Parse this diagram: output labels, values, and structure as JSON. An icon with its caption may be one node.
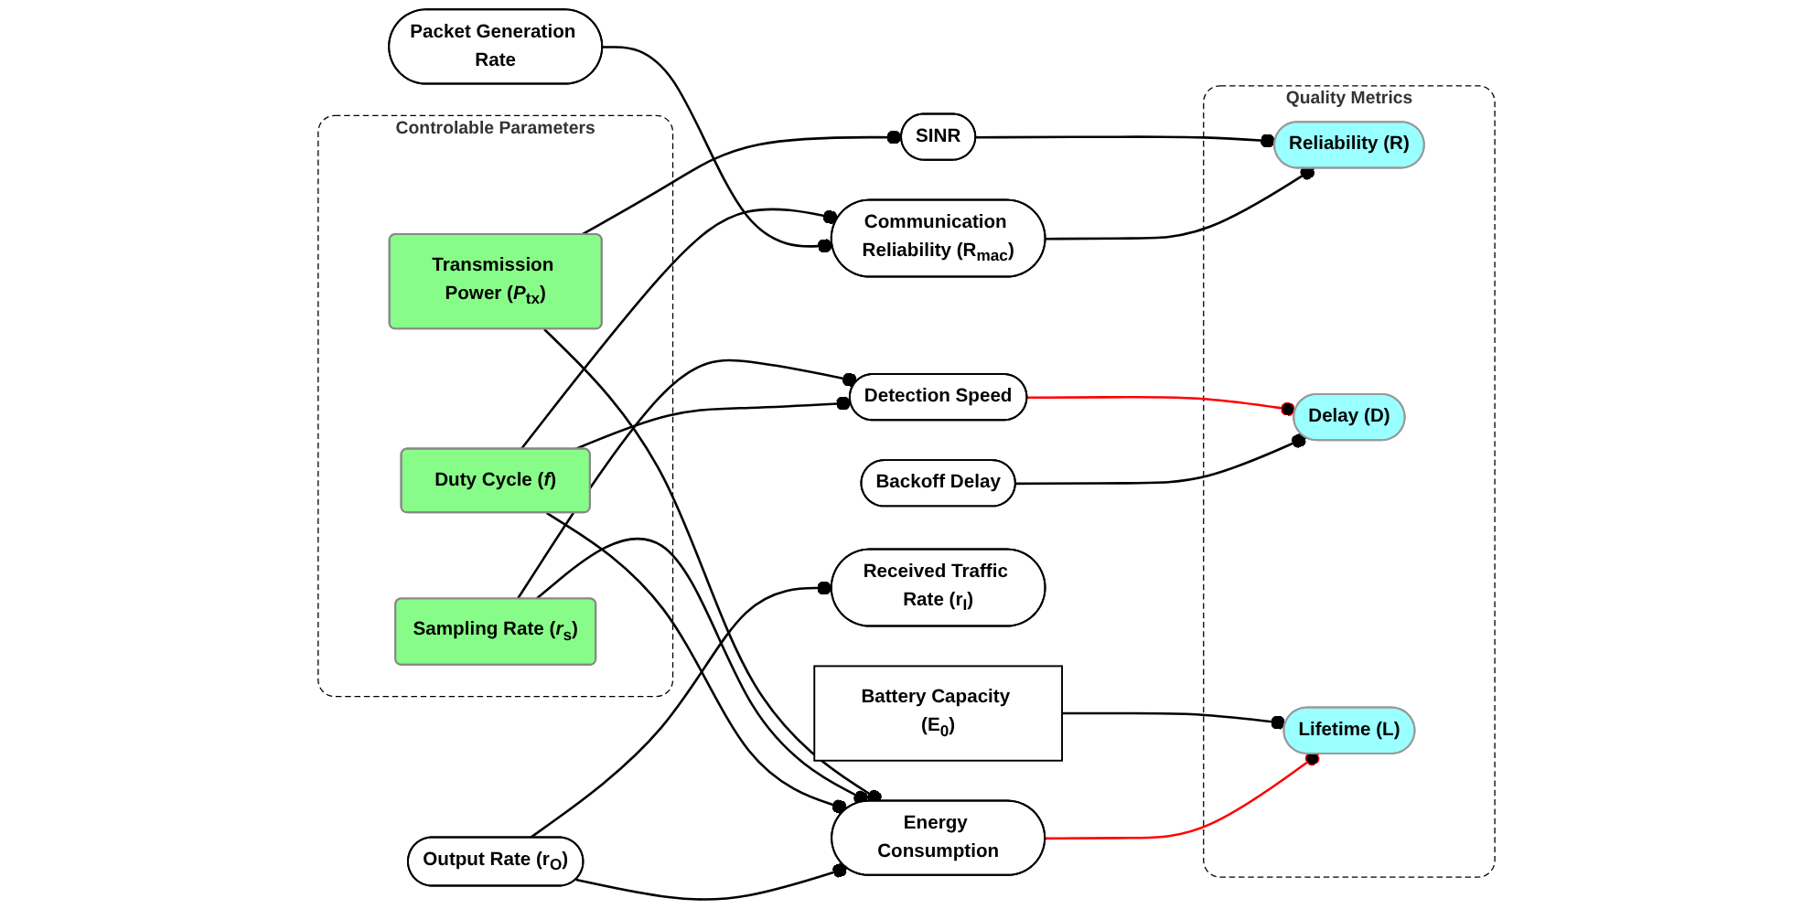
{
  "diagram": {
    "nodes": [
      {
        "text": [
          "Controlable Parameters"
        ]
      },
      {
        "text": [
          "Transmission Power (*P*$_{tx}$)"
        ],
        "in": 0
      },
      {
        "text": [
          "Sampling Rate (*r*$_{s}$)"
        ],
        "in": 0
      },
      {
        "text": [
          "Duty Cycle (*f*)"
        ],
        "in": 0
      },
      {
        "text": [
          "SINR"
        ]
      },
      {
        "text": [
          "Communication Reliability (R$_{mac}$)"
        ]
      },
      {
        "text": [
          "Packet Generation Rate"
        ]
      },
      {
        "text": [
          "Detection Speed"
        ]
      },
      {
        "text": [
          "Backoff Delay"
        ]
      },
      {
        "text": [
          "Received Traffic Rate (r$_{I}$)"
        ]
      },
      {
        "text": [
          "Battery Capacity (E$_{0}$)"
        ]
      },
      {
        "text": [
          "Output Rate (r$_{O}$)"
        ]
      },
      {
        "text": [
          "Energy Consumption"
        ]
      },
      {
        "text": [
          "Quality Metrics"
        ]
      },
      {
        "text": [
          "Reliability (R)"
        ],
        "in": 13
      },
      {
        "text": [
          "Delay (D)"
        ],
        "in": 13
      },
      {
        "text": [
          "Lifetime (L)"
        ],
        "in": 13
      }
    ],
    "edges": [
      {
        "from": 1,
        "to": 4,
        "arrow": "other"
      },
      {
        "from": 4,
        "to": 14,
        "arrow": "other"
      },
      {
        "from": 3,
        "to": 5,
        "arrow": "other"
      },
      {
        "from": 6,
        "to": 5,
        "arrow": "other"
      },
      {
        "from": 5,
        "to": 14,
        "arrow": "other"
      },
      {
        "from": 2,
        "to": 7,
        "arrow": "other"
      },
      {
        "from": 7,
        "to": 15,
        "arrow": "other",
        "color": "#ff0000"
      },
      {
        "from": 3,
        "to": 7,
        "arrow": "other"
      },
      {
        "from": 8,
        "to": 15,
        "arrow": "other"
      },
      {
        "from": 10,
        "to": 16,
        "arrow": "other"
      },
      {
        "from": 12,
        "to": 16,
        "arrow": "other",
        "color": "#ff0000"
      },
      {
        "from": 1,
        "to": 12,
        "arrow": "other"
      },
      {
        "from": 2,
        "to": 12,
        "arrow": "other"
      },
      {
        "from": 3,
        "to": 12,
        "arrow": "other"
      },
      {
        "from": 11,
        "to": 12,
        "arrow": "other"
      },
      {
        "from": 11,
        "to": 9,
        "arrow": "other"
      }
    ]
  }
}
